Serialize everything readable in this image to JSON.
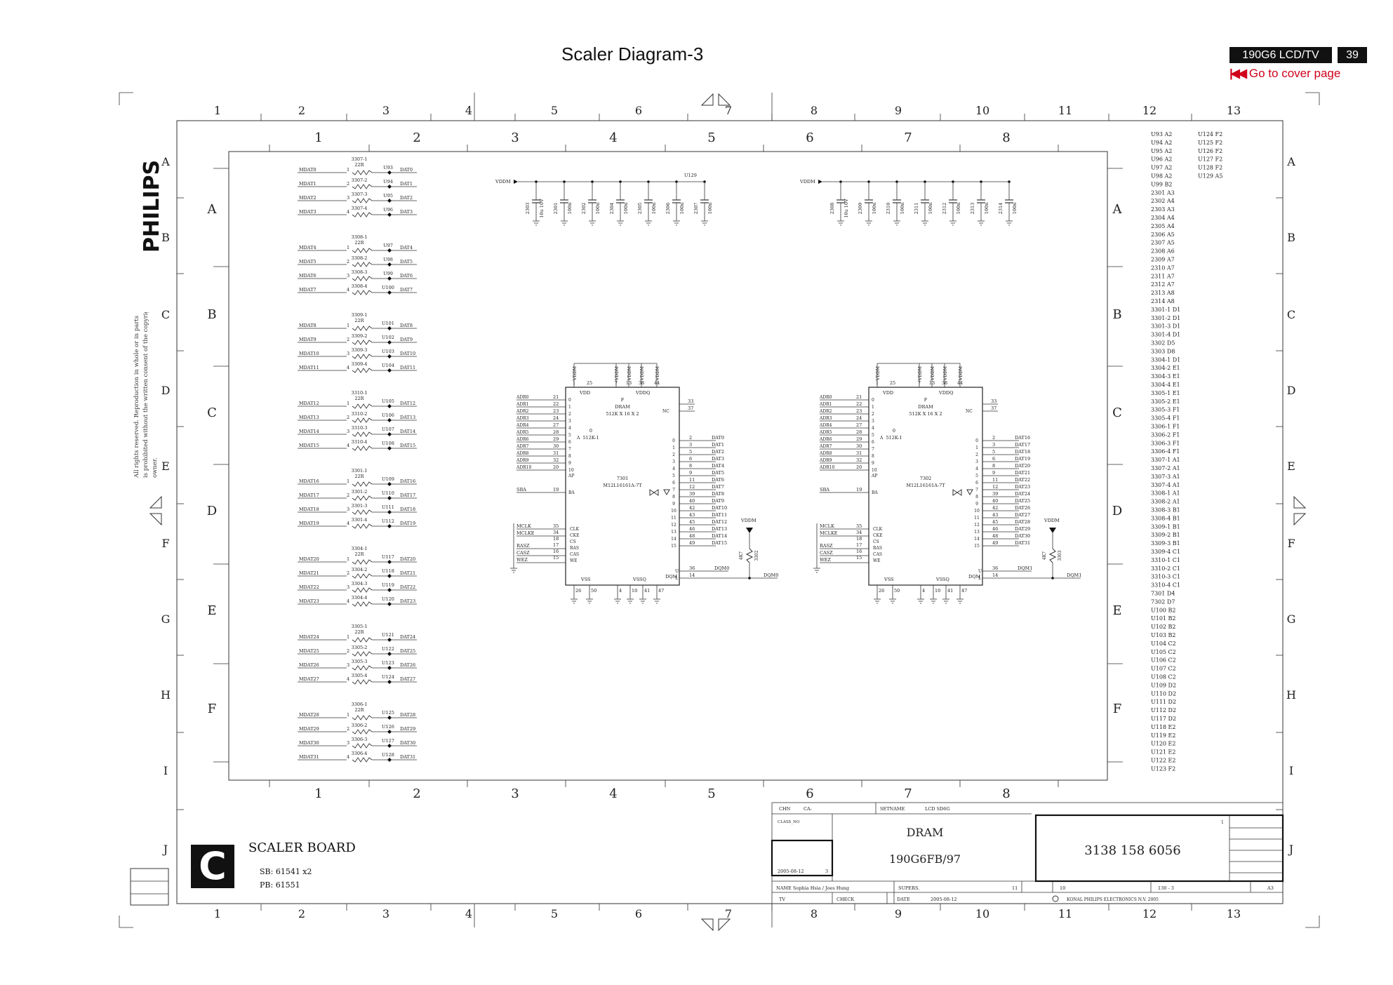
{
  "header": {
    "title": "Scaler Diagram-3",
    "model_badge": "190G6 LCD/TV",
    "page_number": "39",
    "cover_link": "Go to cover page"
  },
  "brand": {
    "logo_text": "PHILIPS"
  },
  "copyright_lines": [
    "All rights reserved. Reproduction in whole or in parts",
    "is prohibited without the written consent of the copyright",
    "owner."
  ],
  "frame": {
    "outer_cols": [
      "1",
      "2",
      "3",
      "4",
      "5",
      "6",
      "7",
      "8",
      "9",
      "10",
      "11",
      "12",
      "13"
    ],
    "outer_rows": [
      "A",
      "B",
      "C",
      "D",
      "E",
      "F",
      "G",
      "H",
      "I",
      "J"
    ],
    "inner_cols": [
      "1",
      "2",
      "3",
      "4",
      "5",
      "6",
      "7",
      "8"
    ],
    "inner_rows": [
      "A",
      "B",
      "C",
      "D",
      "E",
      "F"
    ]
  },
  "board": {
    "letter": "C",
    "name": "SCALER BOARD",
    "sb": "SB: 61541 x2",
    "pb": "PB: 61551"
  },
  "resistor_groups": [
    {
      "id": "3307",
      "val": "22R",
      "rows": [
        {
          "in": "MDAT0",
          "u": "U93",
          "out": "DAT0"
        },
        {
          "in": "MDAT1",
          "u": "U94",
          "out": "DAT1"
        },
        {
          "in": "MDAT2",
          "u": "U95",
          "out": "DAT2"
        },
        {
          "in": "MDAT3",
          "u": "U96",
          "out": "DAT3"
        }
      ]
    },
    {
      "id": "3308",
      "val": "22R",
      "rows": [
        {
          "in": "MDAT4",
          "u": "U97",
          "out": "DAT4"
        },
        {
          "in": "MDAT5",
          "u": "U98",
          "out": "DAT5"
        },
        {
          "in": "MDAT6",
          "u": "U99",
          "out": "DAT6"
        },
        {
          "in": "MDAT7",
          "u": "U100",
          "out": "DAT7"
        }
      ]
    },
    {
      "id": "3309",
      "val": "22R",
      "rows": [
        {
          "in": "MDAT8",
          "u": "U101",
          "out": "DAT8"
        },
        {
          "in": "MDAT9",
          "u": "U102",
          "out": "DAT9"
        },
        {
          "in": "MDAT10",
          "u": "U103",
          "out": "DAT10"
        },
        {
          "in": "MDAT11",
          "u": "U104",
          "out": "DAT11"
        }
      ]
    },
    {
      "id": "3310",
      "val": "22R",
      "rows": [
        {
          "in": "MDAT12",
          "u": "U105",
          "out": "DAT12"
        },
        {
          "in": "MDAT13",
          "u": "U106",
          "out": "DAT13"
        },
        {
          "in": "MDAT14",
          "u": "U107",
          "out": "DAT14"
        },
        {
          "in": "MDAT15",
          "u": "U108",
          "out": "DAT15"
        }
      ]
    },
    {
      "id": "3301",
      "val": "22R",
      "rows": [
        {
          "in": "MDAT16",
          "u": "U109",
          "out": "DAT16"
        },
        {
          "in": "MDAT17",
          "u": "U110",
          "out": "DAT17"
        },
        {
          "in": "MDAT18",
          "u": "U111",
          "out": "DAT18"
        },
        {
          "in": "MDAT19",
          "u": "U112",
          "out": "DAT19"
        }
      ]
    },
    {
      "id": "3304",
      "val": "22R",
      "rows": [
        {
          "in": "MDAT20",
          "u": "U117",
          "out": "DAT20"
        },
        {
          "in": "MDAT21",
          "u": "U118",
          "out": "DAT21"
        },
        {
          "in": "MDAT22",
          "u": "U119",
          "out": "DAT22"
        },
        {
          "in": "MDAT23",
          "u": "U120",
          "out": "DAT23"
        }
      ]
    },
    {
      "id": "3305",
      "val": "22R",
      "rows": [
        {
          "in": "MDAT24",
          "u": "U121",
          "out": "DAT24"
        },
        {
          "in": "MDAT25",
          "u": "U122",
          "out": "DAT25"
        },
        {
          "in": "MDAT26",
          "u": "U123",
          "out": "DAT26"
        },
        {
          "in": "MDAT27",
          "u": "U124",
          "out": "DAT27"
        }
      ]
    },
    {
      "id": "3306",
      "val": "22R",
      "rows": [
        {
          "in": "MDAT28",
          "u": "U125",
          "out": "DAT28"
        },
        {
          "in": "MDAT29",
          "u": "U126",
          "out": "DAT29"
        },
        {
          "in": "MDAT30",
          "u": "U127",
          "out": "DAT30"
        },
        {
          "in": "MDAT31",
          "u": "U128",
          "out": "DAT31"
        }
      ]
    }
  ],
  "cap_banks": [
    {
      "net": "VDDM",
      "u": "U129",
      "caps": [
        [
          "2303",
          "10u 10V"
        ],
        [
          "2301",
          "100n"
        ],
        [
          "2302",
          "100n"
        ],
        [
          "2304",
          "100n"
        ],
        [
          "2305",
          "100n"
        ],
        [
          "2306",
          "100n"
        ],
        [
          "2307",
          "100n"
        ]
      ]
    },
    {
      "net": "VDDM",
      "u": "",
      "caps": [
        [
          "2308",
          "10u 10V"
        ],
        [
          "2309",
          "100n"
        ],
        [
          "2310",
          "100n"
        ],
        [
          "2311",
          "100n"
        ],
        [
          "2312",
          "100n"
        ],
        [
          "2313",
          "100n"
        ],
        [
          "2314",
          "100n"
        ]
      ]
    }
  ],
  "ics": [
    {
      "ref": "7301",
      "part": "M12L16161A-7T",
      "type": "DRAM",
      "org": "512K X 16 X 2",
      "sub": "512K-1",
      "vdd": "VDD",
      "vddq": "VDDQ",
      "vss": "VSS",
      "vssq": "VSSQ",
      "dqm": "DQM",
      "dqm_net": "DQM0",
      "res": "3302",
      "res_val": "4K7",
      "top_pins": [
        "VDDM",
        "VDDM",
        "VDDM",
        "VDDM",
        "VDDM"
      ],
      "top_nums": [
        "1",
        "25",
        "7",
        "13",
        "38",
        "44"
      ],
      "bot_nums": [
        "26",
        "50",
        "4",
        "10",
        "41",
        "47"
      ],
      "addr": [
        "ADR0",
        "ADR1",
        "ADR2",
        "ADR3",
        "ADR4",
        "ADR5",
        "ADR6",
        "ADR7",
        "ADR8",
        "ADR9",
        "ADR10"
      ],
      "addr_pins": [
        "21",
        "22",
        "23",
        "24",
        "27",
        "28",
        "29",
        "30",
        "31",
        "32",
        "20"
      ],
      "ctrl": [
        "MCLK",
        "MCLKE",
        "RASZ",
        "CASZ",
        "WEZ"
      ],
      "ctrl_pins": [
        "35",
        "34",
        "18",
        "17",
        "16",
        "15"
      ],
      "ctrl_lbl": [
        "CLK",
        "CKE",
        "CS",
        "RAS",
        "CAS",
        "WE"
      ],
      "ba": "SBA",
      "ba_pin": "19",
      "nc_pins": [
        "33",
        "37"
      ],
      "dpins": [
        "2",
        "3",
        "5",
        "6",
        "8",
        "9",
        "11",
        "12",
        "39",
        "40",
        "42",
        "43",
        "45",
        "46",
        "48",
        "49"
      ],
      "dnets": [
        "DAT0",
        "DAT1",
        "DAT2",
        "DAT3",
        "DAT4",
        "DAT5",
        "DAT6",
        "DAT7",
        "DAT8",
        "DAT9",
        "DAT10",
        "DAT11",
        "DAT12",
        "DAT13",
        "DAT14",
        "DAT15"
      ],
      "dqm_pins": [
        "36",
        "14"
      ]
    },
    {
      "ref": "7302",
      "part": "M12L16161A-7T",
      "type": "DRAM",
      "org": "512K X 16 X 2",
      "sub": "512K-1",
      "vdd": "VDD",
      "vddq": "VDDQ",
      "vss": "VSS",
      "vssq": "VSSQ",
      "dqm": "DQM",
      "dqm_net": "DQM1",
      "res": "3303",
      "res_val": "4K7",
      "top_pins": [
        "VDDM",
        "VDDM",
        "VDDM",
        "VDDM",
        "VDDM"
      ],
      "top_nums": [
        "1",
        "25",
        "7",
        "13",
        "38",
        "44"
      ],
      "bot_nums": [
        "26",
        "50",
        "4",
        "10",
        "41",
        "47"
      ],
      "addr": [
        "ADR0",
        "ADR1",
        "ADR2",
        "ADR3",
        "ADR4",
        "ADR5",
        "ADR6",
        "ADR7",
        "ADR8",
        "ADR9",
        "ADR10"
      ],
      "addr_pins": [
        "21",
        "22",
        "23",
        "24",
        "27",
        "28",
        "29",
        "30",
        "31",
        "32",
        "20"
      ],
      "ctrl": [
        "MCLK",
        "MCLKE",
        "RASZ",
        "CASZ",
        "WEZ"
      ],
      "ctrl_pins": [
        "35",
        "34",
        "18",
        "17",
        "16",
        "15"
      ],
      "ctrl_lbl": [
        "CLK",
        "CKE",
        "CS",
        "RAS",
        "CAS",
        "WE"
      ],
      "ba": "SBA",
      "ba_pin": "19",
      "nc_pins": [
        "33",
        "37"
      ],
      "dpins": [
        "2",
        "3",
        "5",
        "6",
        "8",
        "9",
        "11",
        "12",
        "39",
        "40",
        "42",
        "43",
        "45",
        "46",
        "48",
        "49"
      ],
      "dnets": [
        "DAT16",
        "DAT17",
        "DAT18",
        "DAT19",
        "DAT20",
        "DAT21",
        "DAT22",
        "DAT23",
        "DAT24",
        "DAT25",
        "DAT26",
        "DAT27",
        "DAT28",
        "DAT29",
        "DAT30",
        "DAT31"
      ],
      "dqm_pins": [
        "36",
        "14"
      ]
    }
  ],
  "pullup_net": "VDDM",
  "refs_col1": [
    "U93 A2",
    "U94 A2",
    "U95 A2",
    "U96 A2",
    "U97 A2",
    "U98 A2",
    "U99 B2",
    "2301 A3",
    "2302 A4",
    "2303 A3",
    "2304 A4",
    "2305 A4",
    "2306 A5",
    "2307 A5",
    "2308 A6",
    "2309 A7",
    "2310 A7",
    "2311 A7",
    "2312 A7",
    "2313 A8",
    "2314 A8",
    "3301-1 D1",
    "3301-2 D1",
    "3301-3 D1",
    "3301-4 D1",
    "3302 D5",
    "3303 D8",
    "3304-1 D1",
    "3304-2 E1",
    "3304-3 E1",
    "3304-4 E1",
    "3305-1 E1",
    "3305-2 E1",
    "3305-3 F1",
    "3305-4 F1",
    "3306-1 F1",
    "3306-2 F1",
    "3306-3 F1",
    "3306-4 F1",
    "3307-1 A1",
    "3307-2 A1",
    "3307-3 A1",
    "3307-4 A1",
    "3308-1 A1",
    "3308-2 A1",
    "3308-3 B1",
    "3308-4 B1",
    "3309-1 B1",
    "3309-2 B1",
    "3309-3 B1",
    "3309-4 C1",
    "3310-1 C1",
    "3310-2 C1",
    "3310-3 C1",
    "3310-4 C1",
    "7301 D4",
    "7302 D7",
    "U100 B2",
    "U101 B2",
    "U102 B2",
    "U103 B2",
    "U104 C2",
    "U105 C2",
    "U106 C2",
    "U107 C2",
    "U108 C2",
    "U109 D2",
    "U110 D2",
    "U111 D2",
    "U112 D2",
    "U117 D2",
    "U118 E2",
    "U119 E2",
    "U120 E2",
    "U121 E2",
    "U122 E2",
    "U123 F2"
  ],
  "refs_col2": [
    "U124 F2",
    "U125 F2",
    "U126 F2",
    "U127 F2",
    "U128 F2",
    "U129 A5"
  ],
  "title_block": {
    "chn": "CHN",
    "chn_val": "CA-",
    "setname": "SETNAME",
    "setname_val": "LCD SD6G",
    "class": "CLASS_NO",
    "date_small": "2005-08-12",
    "sheet_small": "3",
    "main_title": "DRAM",
    "model": "190G6FB/97",
    "drawing_no": "3138 158 6056",
    "name_lbl": "NAME",
    "name_val": "Sophia Hsia / Joes Hung",
    "supers": "SUPERS.",
    "tv": "TV",
    "check": "CHECK",
    "date_lbl": "DATE",
    "date_val": "2005-08-12",
    "sheet_a": "11",
    "sheet_b": "10",
    "sheet_c": "130 - 3",
    "format": "A3",
    "copyright": "KONAL PHILIPS ELECTRONICS N.V. 2005",
    "rev": "1"
  }
}
